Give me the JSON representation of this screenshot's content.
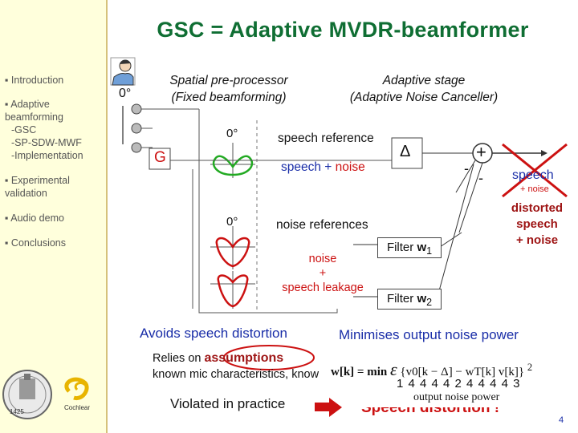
{
  "slide": {
    "title": "GSC = Adaptive MVDR-beamformer",
    "page_number": "4"
  },
  "sidebar": {
    "items": [
      {
        "label": "Introduction",
        "sub": []
      },
      {
        "label": "Adaptive beamforming",
        "sub": [
          "-GSC",
          "-SP-SDW-MWF",
          "-Implementation"
        ]
      },
      {
        "label": "Experimental validation",
        "sub": []
      },
      {
        "label": "Audio demo",
        "sub": []
      },
      {
        "label": "Conclusions",
        "sub": []
      }
    ],
    "bullet": "▪",
    "logo_year": "1425",
    "logo_company": "Cochlear"
  },
  "diagram": {
    "angle_label": "0°",
    "spatial_title": "Spatial pre-processor",
    "spatial_subtitle": "(Fixed beamforming)",
    "adaptive_title": "Adaptive stage",
    "adaptive_subtitle": "(Adaptive Noise Canceller)",
    "fixed_beam_angle": "0°",
    "blocking_angle": "0°",
    "g_block": "G",
    "speech_reference": "speech reference",
    "speech_plus_noise_a": "speech + ",
    "speech_plus_noise_b": "noise",
    "delay_symbol": "Δ",
    "sum_symbol": "+",
    "minus_a": "-",
    "minus_b": "-",
    "noise_references": "noise references",
    "noise_leak_1": "noise",
    "noise_leak_2": "+",
    "noise_leak_3": "speech leakage",
    "filter_w1": "Filter ",
    "w1_main": "w",
    "w1_sub": "1",
    "filter_w2": "Filter ",
    "w2_main": "w",
    "w2_sub": "2",
    "output_speech": "speech",
    "output_noise": "+ noise",
    "distorted_1": "distorted",
    "distorted_2": "speech",
    "distorted_3": "+ noise"
  },
  "bottom": {
    "avoids": "Avoids speech distortion",
    "minimises": "Minimises output noise power",
    "relies_prefix": "Relies on ",
    "assumptions": "assumptions",
    "known_mic": "known mic characteristics, know",
    "violated": "Violated in practice",
    "speech_distortion": "Speech distortion !",
    "formula_left": "w[k] = min",
    "formula_eps": "ε",
    "formula_body": "{v0[k − Δ] − wT[k] v[k]}",
    "formula_exp": "2",
    "formula_brace": "1 4 4 4 4 2 4 4 4 4 3",
    "formula_caption": "output noise power"
  },
  "colors": {
    "title_green": "#0f6e33",
    "sidebar_bg": "#ffffdc",
    "beam_red": "#cc1111",
    "label_blue": "#1a2ea8",
    "distorted_red": "#9e1414"
  }
}
